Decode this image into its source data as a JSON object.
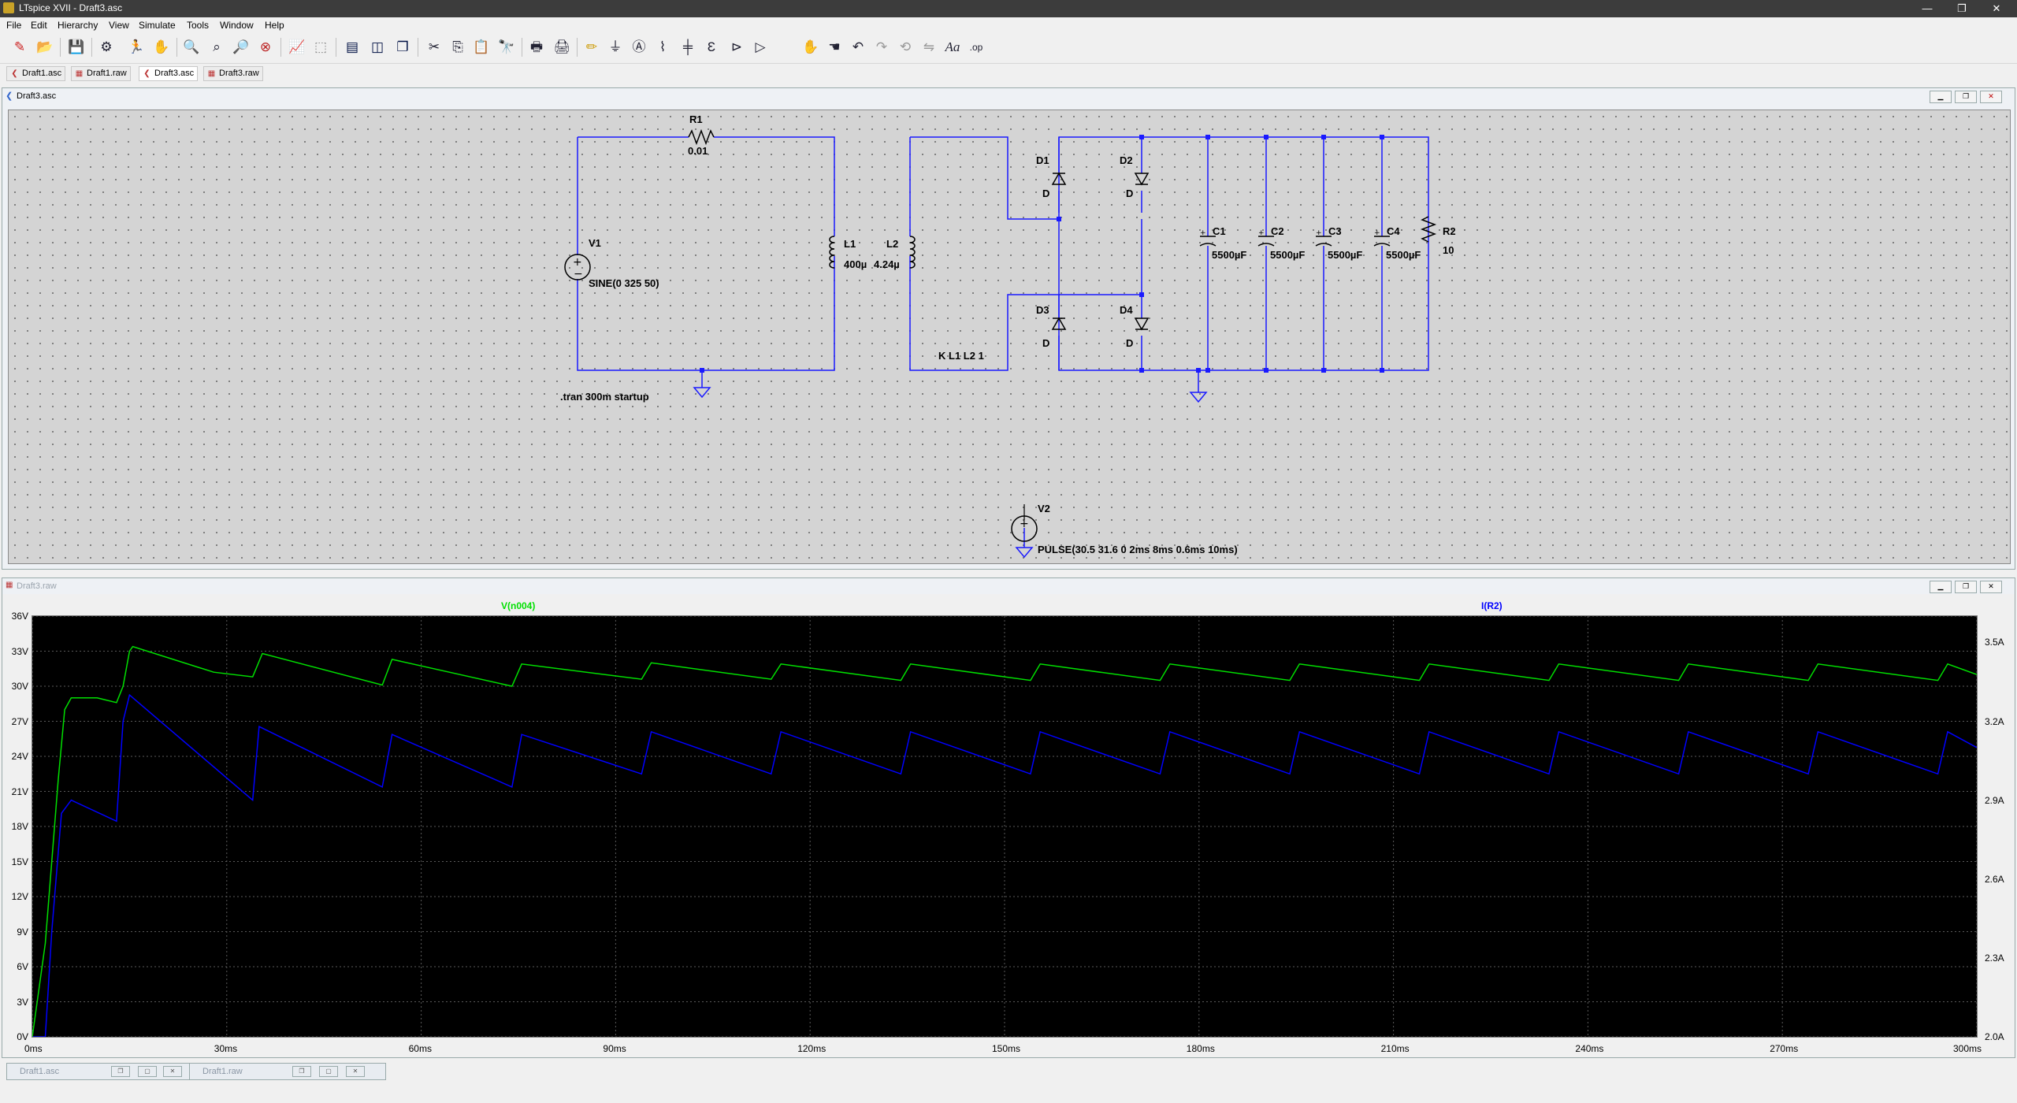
{
  "window": {
    "title": "LTspice XVII - Draft3.asc",
    "minimize": "—",
    "maximize": "❐",
    "close": "✕"
  },
  "menu": [
    "File",
    "Edit",
    "Hierarchy",
    "View",
    "Simulate",
    "Tools",
    "Window",
    "Help"
  ],
  "toolbar": {
    "icons": [
      "new-schematic-icon",
      "open-icon",
      "save-icon",
      "control-panel-icon",
      "run-icon",
      "halt-icon",
      "zoom-in-icon",
      "zoom-rect-icon",
      "zoom-out-icon",
      "zoom-fit-icon",
      "autorange-icon",
      "view-area-icon",
      "tile-horizontal-icon",
      "tile-vertical-icon",
      "cascade-icon",
      "cut-icon",
      "copy-icon",
      "paste-icon",
      "find-icon",
      "print-icon",
      "print-setup-icon",
      "wire-icon",
      "ground-icon",
      "label-net-icon",
      "resistor-icon",
      "capacitor-icon",
      "inductor-icon",
      "diode-icon",
      "component-icon",
      "move-icon",
      "drag-icon",
      "undo-icon",
      "redo-icon",
      "rotate-icon",
      "mirror-icon",
      "text-icon",
      "spice-directive-icon"
    ]
  },
  "tabs": [
    {
      "label": "Draft1.asc",
      "kind": "schematic"
    },
    {
      "label": "Draft1.raw",
      "kind": "waveform"
    },
    {
      "label": "Draft3.asc",
      "kind": "schematic",
      "active": true
    },
    {
      "label": "Draft3.raw",
      "kind": "waveform"
    }
  ],
  "schematic_window": {
    "title": "Draft3.asc"
  },
  "schematic": {
    "R1": {
      "name": "R1",
      "value": "0.01"
    },
    "V1": {
      "name": "V1",
      "value": "SINE(0 325 50)"
    },
    "L1": {
      "name": "L1",
      "value": "400µ"
    },
    "L2": {
      "name": "L2",
      "value": "4.24µ"
    },
    "K": "K L1 L2 1",
    "D1": {
      "name": "D1",
      "model": "D"
    },
    "D2": {
      "name": "D2",
      "model": "D"
    },
    "D3": {
      "name": "D3",
      "model": "D"
    },
    "D4": {
      "name": "D4",
      "model": "D"
    },
    "C1": {
      "name": "C1",
      "value": "5500µF"
    },
    "C2": {
      "name": "C2",
      "value": "5500µF"
    },
    "C3": {
      "name": "C3",
      "value": "5500µF"
    },
    "C4": {
      "name": "C4",
      "value": "5500µF"
    },
    "R2": {
      "name": "R2",
      "value": "10"
    },
    "tran": ".tran 300m startup",
    "V2": {
      "name": "V2",
      "value": "PULSE(30.5 31.6 0 2ms 8ms 0.6ms 10ms)"
    }
  },
  "waveform_window": {
    "title": "Draft3.raw"
  },
  "chart_data": {
    "type": "line",
    "x": {
      "min_ms": 0,
      "max_ms": 300,
      "ticks": [
        "0ms",
        "30ms",
        "60ms",
        "90ms",
        "120ms",
        "150ms",
        "180ms",
        "210ms",
        "240ms",
        "270ms",
        "300ms"
      ]
    },
    "y_left": {
      "min": 0,
      "max": 36,
      "unit": "V",
      "ticks": [
        "36V",
        "33V",
        "30V",
        "27V",
        "24V",
        "21V",
        "18V",
        "15V",
        "12V",
        "9V",
        "6V",
        "3V",
        "0V"
      ]
    },
    "y_right": {
      "min": 2.0,
      "max": 3.6,
      "unit": "A",
      "ticks": [
        "3.5A",
        "3.2A",
        "2.9A",
        "2.6A",
        "2.3A",
        "2.0A"
      ]
    },
    "grid": true,
    "series": [
      {
        "name": "V(n004)",
        "color": "#00e000",
        "axis": "left",
        "points": [
          [
            0,
            0
          ],
          [
            2,
            8
          ],
          [
            4,
            22
          ],
          [
            5,
            28
          ],
          [
            6,
            29
          ],
          [
            10,
            29
          ],
          [
            13,
            28.6
          ],
          [
            14,
            30
          ],
          [
            15,
            33
          ],
          [
            15.5,
            33.4
          ],
          [
            28,
            31.2
          ],
          [
            34,
            30.8
          ],
          [
            35.5,
            32.8
          ],
          [
            54,
            30.1
          ],
          [
            55.5,
            32.3
          ],
          [
            74,
            30
          ],
          [
            75.5,
            31.9
          ],
          [
            94,
            30.6
          ],
          [
            95.5,
            32
          ],
          [
            114,
            30.6
          ],
          [
            115.5,
            31.9
          ],
          [
            300,
            31
          ]
        ],
        "ripple": {
          "period_ms": 20,
          "peak": 31.9,
          "trough": 30.5
        }
      },
      {
        "name": "I(R2)",
        "color": "#0000ff",
        "axis": "right",
        "points": [
          [
            0,
            2.0
          ],
          [
            2,
            2.0
          ],
          [
            3,
            2.4
          ],
          [
            4.5,
            2.85
          ],
          [
            6,
            2.9
          ],
          [
            13,
            2.82
          ],
          [
            14,
            3.2
          ],
          [
            15,
            3.3
          ],
          [
            34,
            2.9
          ],
          [
            35,
            3.18
          ],
          [
            54,
            2.95
          ],
          [
            55.5,
            3.15
          ],
          [
            74,
            2.95
          ],
          [
            75.5,
            3.15
          ],
          [
            300,
            3.1
          ]
        ],
        "ripple": {
          "period_ms": 20,
          "peak": 3.16,
          "trough": 3.0
        }
      }
    ]
  },
  "bottom_windows": [
    {
      "title": "Draft1.asc"
    },
    {
      "title": "Draft1.raw"
    }
  ]
}
